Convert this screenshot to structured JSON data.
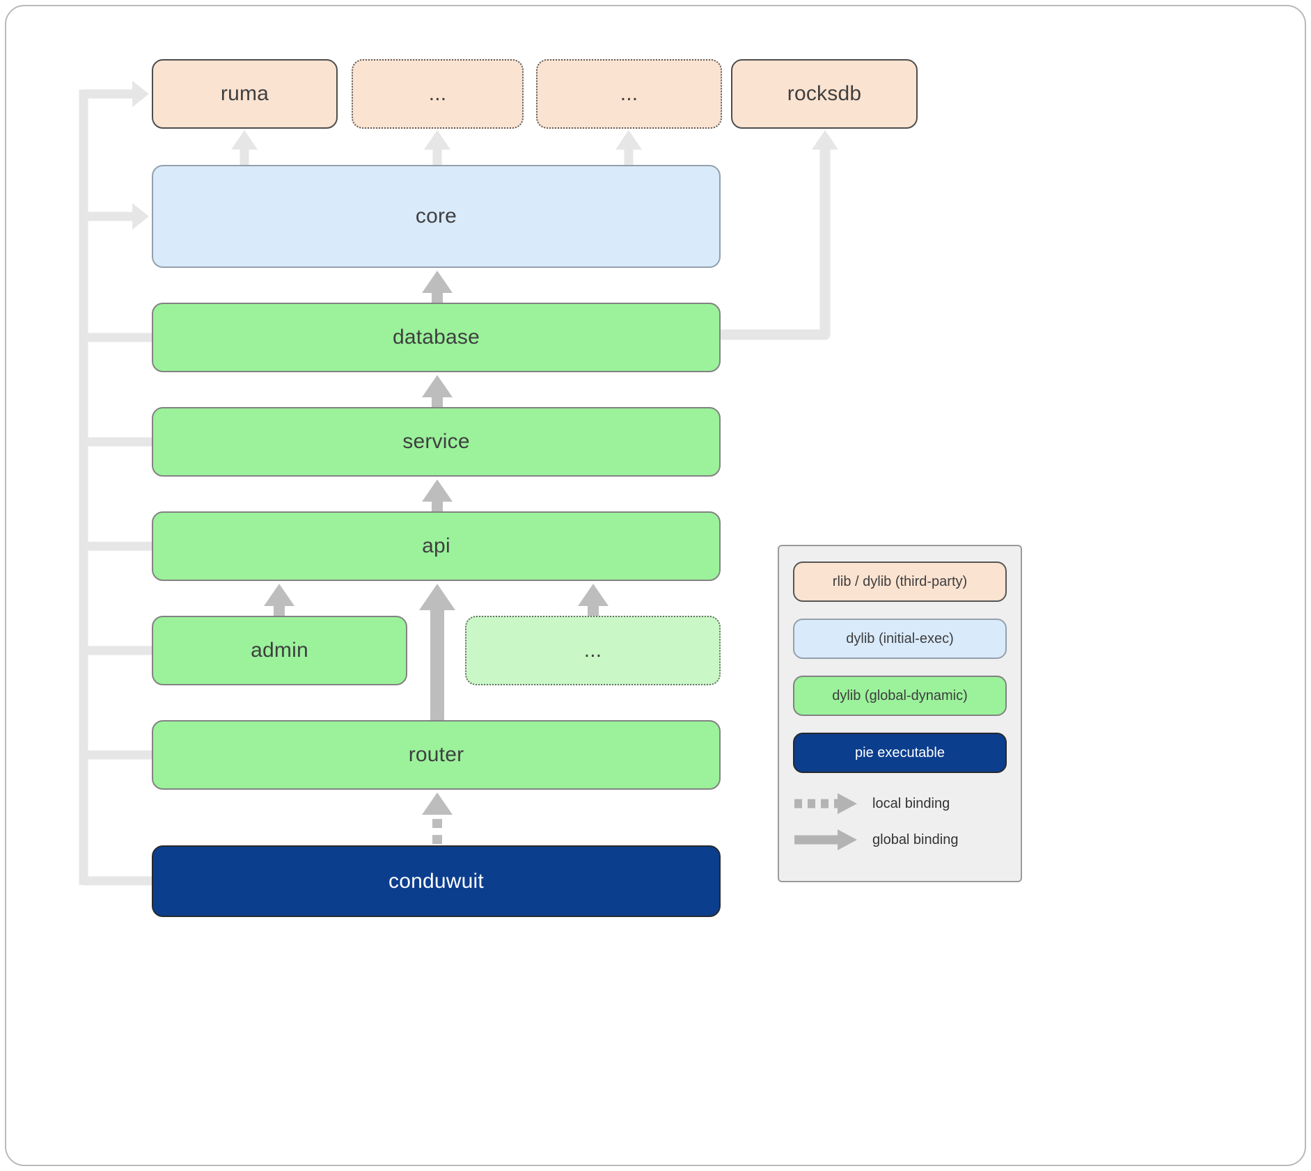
{
  "diagram": {
    "kind": "dependency-architecture-diagram",
    "nodes": {
      "ruma": {
        "label": "ruma",
        "type": "third-party"
      },
      "dep1": {
        "label": "...",
        "type": "third-party"
      },
      "dep2": {
        "label": "...",
        "type": "third-party"
      },
      "rocksdb": {
        "label": "rocksdb",
        "type": "third-party"
      },
      "core": {
        "label": "core",
        "type": "initial-exec"
      },
      "database": {
        "label": "database",
        "type": "global-dynamic"
      },
      "service": {
        "label": "service",
        "type": "global-dynamic"
      },
      "api": {
        "label": "api",
        "type": "global-dynamic"
      },
      "admin": {
        "label": "admin",
        "type": "global-dynamic"
      },
      "other": {
        "label": "...",
        "type": "global-dynamic"
      },
      "router": {
        "label": "router",
        "type": "global-dynamic"
      },
      "conduwuit": {
        "label": "conduwuit",
        "type": "pie-executable"
      }
    },
    "edges": [
      {
        "from": "conduwuit",
        "to": "router",
        "binding": "local"
      },
      {
        "from": "router",
        "to": "api",
        "binding": "global"
      },
      {
        "from": "admin",
        "to": "api",
        "binding": "global"
      },
      {
        "from": "other",
        "to": "api",
        "binding": "global"
      },
      {
        "from": "api",
        "to": "service",
        "binding": "global"
      },
      {
        "from": "service",
        "to": "database",
        "binding": "global"
      },
      {
        "from": "database",
        "to": "core",
        "binding": "global"
      },
      {
        "from": "database",
        "to": "rocksdb",
        "binding": "global"
      },
      {
        "from": "core",
        "to": "ruma",
        "binding": "global"
      },
      {
        "from": "core",
        "to": "dep1",
        "binding": "global"
      },
      {
        "from": "core",
        "to": "dep2",
        "binding": "global"
      },
      {
        "from": "conduwuit",
        "to": "ruma",
        "binding": "global",
        "via": "left-bus"
      },
      {
        "from": "conduwuit",
        "to": "core",
        "binding": "global",
        "via": "left-bus"
      },
      {
        "from": "conduwuit",
        "to": "database",
        "binding": "global",
        "via": "left-bus"
      },
      {
        "from": "conduwuit",
        "to": "service",
        "binding": "global",
        "via": "left-bus"
      },
      {
        "from": "conduwuit",
        "to": "api",
        "binding": "global",
        "via": "left-bus"
      },
      {
        "from": "conduwuit",
        "to": "admin",
        "binding": "global",
        "via": "left-bus"
      },
      {
        "from": "conduwuit",
        "to": "router",
        "binding": "global",
        "via": "left-bus"
      }
    ],
    "colors": {
      "third_party_fill": "#fbe3d1",
      "initial_exec_fill": "#d9eafb",
      "global_dynamic_fill": "#9bf29b",
      "global_dynamic_light_fill": "#c9f7c6",
      "pie_executable_fill": "#0c3e8e",
      "arrow_light": "#e6e6e6",
      "arrow_mid": "#bdbdbd",
      "legend_bg": "#efefef"
    }
  },
  "legend": {
    "swatches": [
      {
        "label": "rlib / dylib (third-party)",
        "kind": "third-party"
      },
      {
        "label": "dylib (initial-exec)",
        "kind": "initial-exec"
      },
      {
        "label": "dylib (global-dynamic)",
        "kind": "global-dynamic"
      },
      {
        "label": "pie executable",
        "kind": "pie-executable"
      }
    ],
    "bindings": [
      {
        "label": "local binding",
        "style": "dashed"
      },
      {
        "label": "global binding",
        "style": "solid"
      }
    ]
  }
}
